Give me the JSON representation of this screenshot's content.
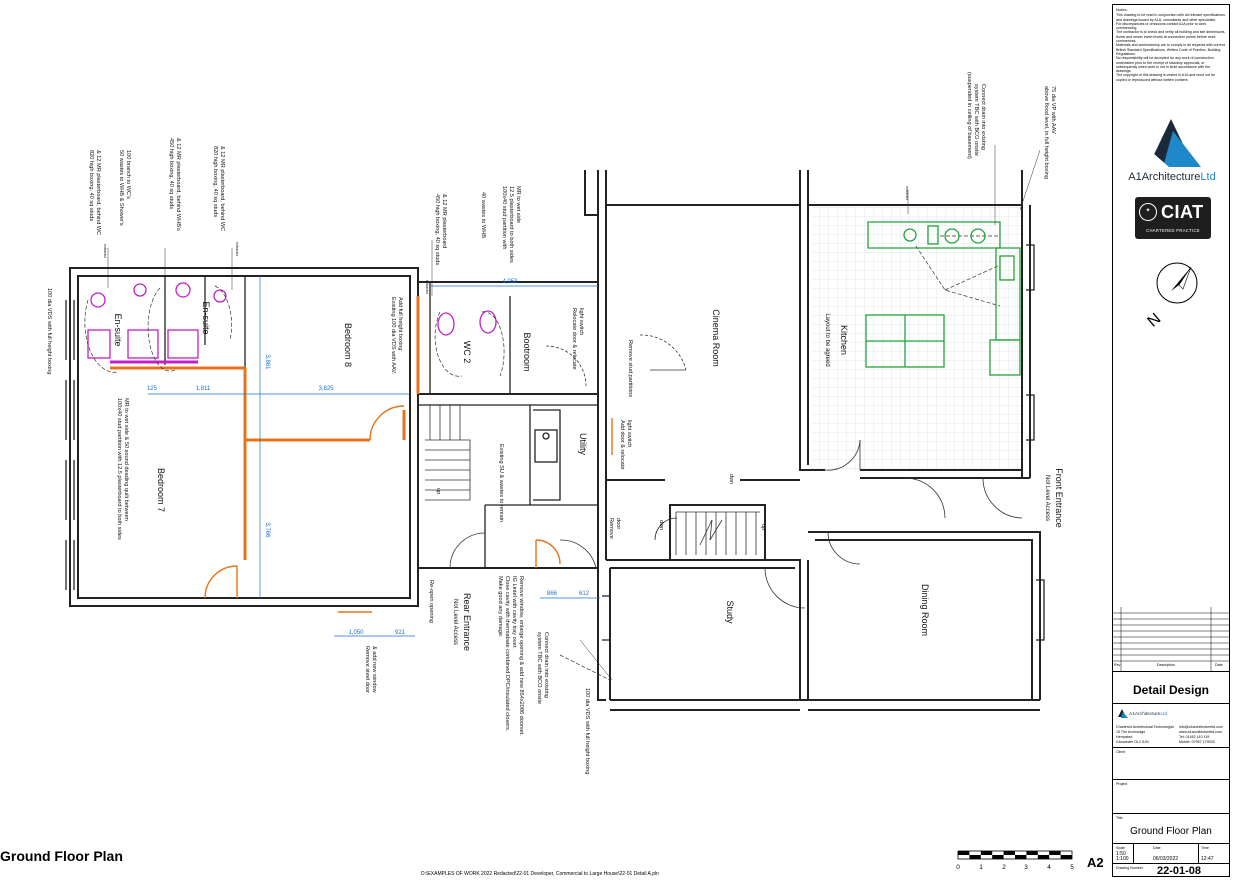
{
  "drawing": {
    "title": "Ground Floor Plan",
    "sheet_size": "A2",
    "file_path": "D:\\EXAMPLES OF WORK 2022 Redacted\\22-01 Developer, Commercial to Large House\\22-01 Detail A.pln",
    "scale_bar_labels": [
      "0",
      "1",
      "2",
      "3",
      "4",
      "5"
    ]
  },
  "rooms": {
    "bedroom8": "Bedroom 8",
    "bedroom7": "Bedroom 7",
    "ensuite1": "En-suite",
    "ensuite2": "En-suite",
    "wc2": "WC 2",
    "bootroom": "Bootroom",
    "utility": "Utility",
    "cinema": "Cinema Room",
    "kitchen": "Kitchen",
    "kitchen_note": "Layout to be agreed",
    "study": "Study",
    "dining": "Dining Room",
    "front_entrance": "Front Entrance",
    "front_entrance_sub": "Not Level Access",
    "rear_entrance": "Rear Entrance",
    "rear_entrance_sub": "Not Level Access"
  },
  "dimensions": {
    "d4053": "4,053",
    "d3861": "3,861",
    "d125": "125",
    "d1811": "1,811",
    "d3825": "3,825",
    "d3766": "3,766",
    "d866": "866",
    "d612": "612",
    "d1050": "1,050",
    "d921": "921"
  },
  "annotations": {
    "n1_1": "820 high boxing, 40 sq studs",
    "n1_2": "& 12 MR plasterboard, behind WC",
    "n2_1": "50 wastes to WHB & Shower's",
    "n2_2": "100 branch to WC's",
    "n3_1": "450 high boxing, 40 sq studs",
    "n3_2": "& 12 MR plasterboard, behind WHB's",
    "n4_1": "820 high boxing, 40 sq studs",
    "n4_2": "& 12 MR plasterboard, behind WC",
    "n5_1": "100x40 stud partition with",
    "n5_2": "12.5 plasterboard to both sides",
    "n5_3": "MR to wet side",
    "n6": "40 wastes to WHB",
    "n7_1": "450 high boxing, 40 sq studs",
    "n7_2": "& 12 MR plasterboard",
    "n8_1": "Existing 100 dia VDS with AAV.",
    "n8_2": "Add full height boxing",
    "n9": "100 dia VDS with full height boxing",
    "n10_1": "100x40 stud partition with 12.5 plasterboard to both sides",
    "n10_2": "MR to wet side & 50 sound deading quilt between",
    "n11_1": "Relocate door & relocate",
    "n11_2": "light switch",
    "n12": "Remove stud partitions",
    "n13_1": "Add door & relocate",
    "n13_2": "light switch",
    "n14": "Existing SU & wastes to remain",
    "n15_1": "Remove",
    "n15_2": "door",
    "n16": "Re-open opening",
    "n17_1": "Remove steel door",
    "n17_2": "& add new window",
    "n18_1": "Remove window, enlarge opening & add new 854x2086 doorset.",
    "n18_2": "IG Lintel with cavity tray over.",
    "n18_3": "Close cavity with thermabate combined DPC/insulated closers.",
    "n18_4": "Make good any damage.",
    "n19_1": "Connect drain into existing",
    "n19_2": "system TBC with BCO onsite",
    "n20": "100 dia VDS with full height boxing",
    "n21_1": "Connect drain into existing",
    "n21_2": "system TBC with BCO onsite",
    "n21_3": "(suspended in ceiling of basement)",
    "n22_1": "75 dia VP with AAV",
    "n22_2": "above flood level, in full height boxing",
    "dwn1": "dwn",
    "dwn2": "dwn",
    "up1": "up",
    "up2": "up",
    "extractor1": "extractor",
    "extractor2": "extractor",
    "extractor3": "extractor",
    "extractor4": "extractor"
  },
  "titleblock": {
    "notes_heading": "Notes:",
    "notes": [
      "This drawing to be read in conjunction with all relevant specifications and drawings issued by A1A, consultants and other specialists.",
      "For discrepancies or omissions contact A1A prior to work commencing.",
      "The contractor is to check and verify all building and site dimensions, levels and sewer invert levels at connection points before work commences.",
      "Materials and workmanship are to comply in all respects with current British Standard Specifications, Written Code of Practice, Building Regulations.",
      "No responsibility will be accepted for any work of construction undertaken prior to the receipt of statutory approvals, or subsequently when work is not in strict accordance with the drawings.",
      "The copyright of this drawing is vested in A1A and must not be copied or reproduced without written consent."
    ],
    "brand_main": "A1Architecture",
    "brand_suffix": "Ltd",
    "ciat_word": "CIAT",
    "ciat_sub": "CHARTERED PRACTICE",
    "north_label": "N",
    "rev_cols": [
      "Rev",
      "Description",
      "Date"
    ],
    "stage": "Detail Design",
    "firm": {
      "name_main": "A1Architecture",
      "name_suffix": "Ltd",
      "l1": "Chartered Architectural Technologist",
      "l2": "15 The Anchorage",
      "l3": "Hempsted",
      "l4": "Gloucester GL2 5JN",
      "r1": "info@a1architectureltd.com",
      "r2": "www.a1architectureltd.com",
      "r3": "Tel: 01452 410 119",
      "r4": "Mobile: 07957 179033"
    },
    "client_label": "Client",
    "project_label": "Project",
    "title_label": "Title",
    "title_value": "Ground Floor Plan",
    "scale_label": "Scale",
    "scale_a": "1:50",
    "scale_b": "1:100",
    "date_label": "Date",
    "date_value": "06/03/2022",
    "time_label": "Time",
    "time_value": "12:47",
    "drawing_number_label": "Drawing Number",
    "drawing_number": "22-01-08"
  },
  "colors": {
    "wall": "#222222",
    "new_partition": "#e8731a",
    "dimension": "#1e6fd0",
    "sanitary": "#c21fc8",
    "kitchen_unit": "#22a33a",
    "tile": "#d7dde3",
    "brand_accent": "#1e88c8"
  }
}
